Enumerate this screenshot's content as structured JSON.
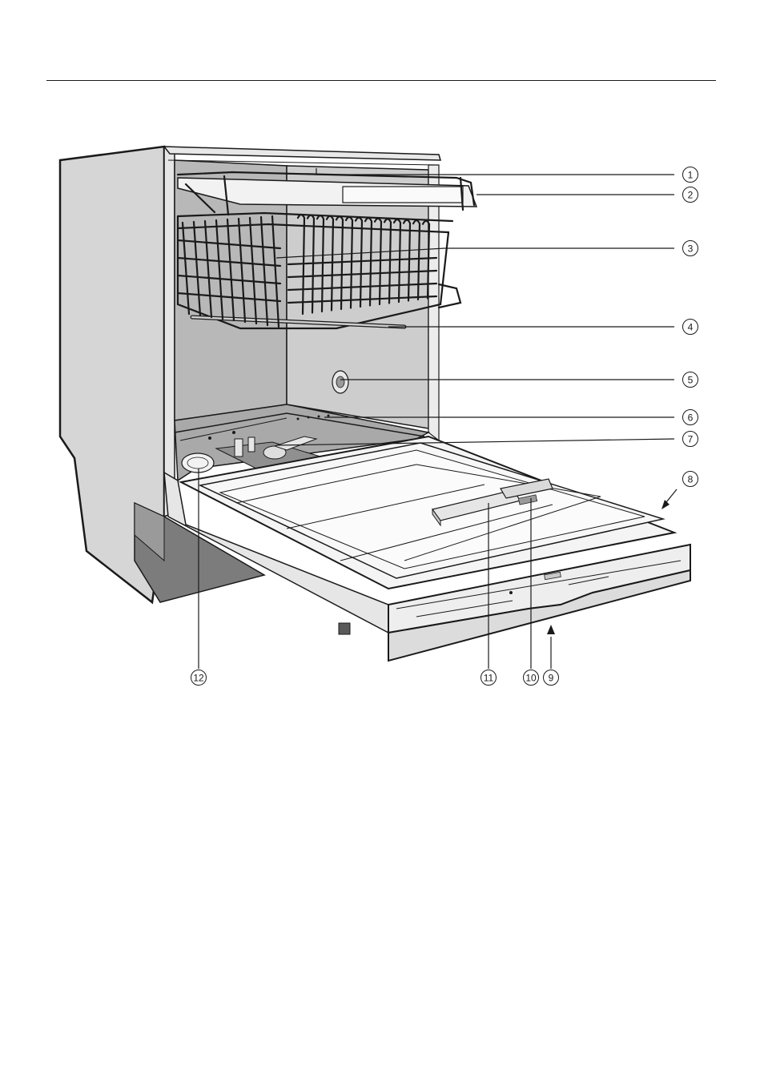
{
  "figure": {
    "callouts": [
      {
        "id": 1,
        "label": "①"
      },
      {
        "id": 2,
        "label": "②"
      },
      {
        "id": 3,
        "label": "③"
      },
      {
        "id": 4,
        "label": "④"
      },
      {
        "id": 5,
        "label": "⑤"
      },
      {
        "id": 6,
        "label": "⑥"
      },
      {
        "id": 7,
        "label": "⑦"
      },
      {
        "id": 8,
        "label": "⑧"
      },
      {
        "id": 9,
        "label": "⑨"
      },
      {
        "id": 10,
        "label": "⑩"
      },
      {
        "id": 11,
        "label": "⑪"
      },
      {
        "id": 12,
        "label": "⑫"
      }
    ]
  },
  "colors": {
    "ink": "#1a1a1a",
    "side_panel": "#d6d6d6",
    "tub_wall": "#bcbcbc",
    "tub_floor": "#a9a9a9",
    "plinth": "#7c7c7c",
    "door": "#f4f4f4",
    "background": "#ffffff"
  }
}
